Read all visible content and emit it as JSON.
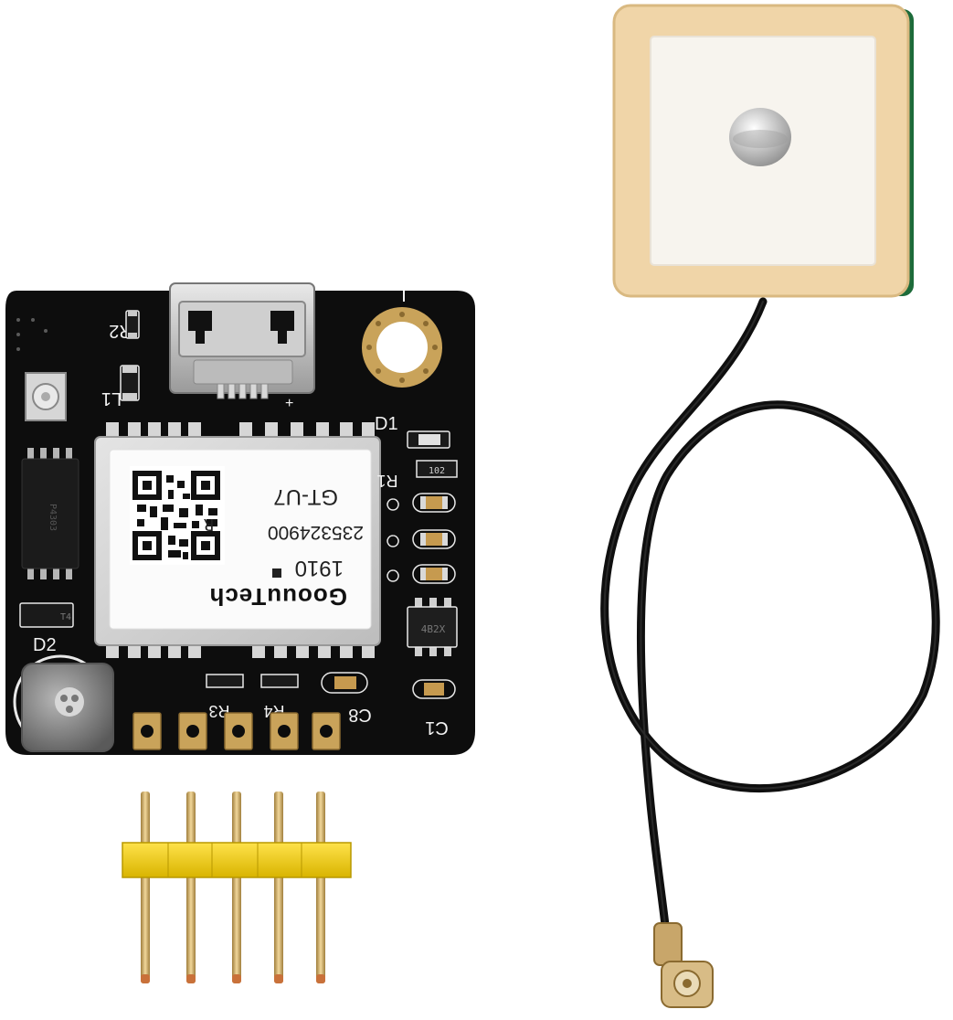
{
  "image": {
    "kind": "product-photo",
    "background": "#ffffff"
  },
  "module": {
    "brand": "GoouuTech",
    "model": "GT-U7",
    "serial": "235324900",
    "date_code": "1910",
    "pcb_color": "#0d0d0d",
    "shield_color": "#d9d9d9",
    "labels": {
      "r2": "R2",
      "l1": "L1",
      "d1": "D1",
      "d2": "D2",
      "r1": "R1",
      "r3": "R3",
      "r4": "R4",
      "c8": "C8",
      "c1": "C1",
      "chip_code": "4B2X",
      "r1_value": "102",
      "plus": "+"
    }
  },
  "antenna": {
    "ceramic_color": "#f0d5a8",
    "patch_color": "#f7f4ee",
    "cable_color": "#111111",
    "connector_color": "#c8a66a"
  },
  "header_pins": {
    "count": 5,
    "body_color": "#f5d21e",
    "pin_color": "#c9a35a"
  }
}
